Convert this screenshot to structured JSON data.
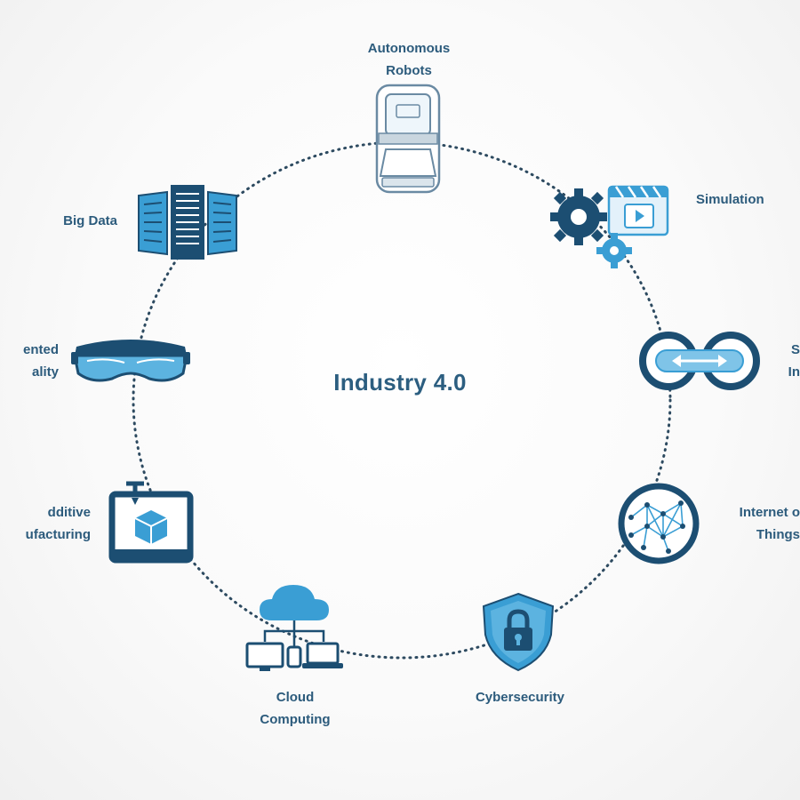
{
  "center": {
    "title": "Industry 4.0"
  },
  "nodes": [
    {
      "id": "autonomous-robots",
      "label": "Autonomous\nRobots",
      "icon": "autonomous-robot-icon"
    },
    {
      "id": "simulation",
      "label": "Simulation",
      "icon": "simulation-gears-icon"
    },
    {
      "id": "system-integration",
      "label": "S\nIn",
      "icon": "system-integration-icon"
    },
    {
      "id": "internet-of-things",
      "label": "Internet o\nThings",
      "icon": "iot-network-icon"
    },
    {
      "id": "cybersecurity",
      "label": "Cybersecurity",
      "icon": "shield-lock-icon"
    },
    {
      "id": "cloud-computing",
      "label": "Cloud\nComputing",
      "icon": "cloud-computing-icon"
    },
    {
      "id": "additive-manufacturing",
      "label": "dditive\nufacturing",
      "icon": "3d-printer-icon"
    },
    {
      "id": "augmented-reality",
      "label": "ented\nality",
      "icon": "ar-headset-icon"
    },
    {
      "id": "big-data",
      "label": "Big Data",
      "icon": "server-racks-icon"
    }
  ],
  "colors": {
    "navy": "#1c4e72",
    "blue": "#3a9ed4",
    "light_blue": "#7fc4e8",
    "text": "#2c5b7c",
    "ring": "#2d4a60"
  }
}
